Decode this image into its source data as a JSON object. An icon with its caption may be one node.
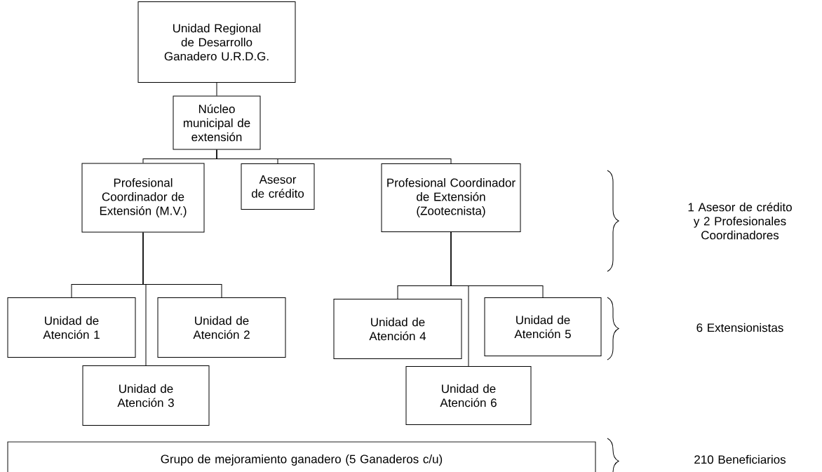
{
  "diagram": {
    "nodes": [
      {
        "text": [
          "Unidad Regional de Desarrollo Ganadero U.R.D.G."
        ]
      },
      {
        "text": [
          "Núcleo municipal de extensión"
        ]
      },
      {
        "text": [
          "Profesional Coordinador de Extensión (M.V.)"
        ]
      },
      {
        "text": [
          "Asesor de crédito"
        ]
      },
      {
        "text": [
          "Profesional Coordinador de Extensión (Zootecnista)"
        ]
      },
      {
        "text": [
          "Unidad de Atención 1"
        ]
      },
      {
        "text": [
          "Unidad de Atención 2"
        ]
      },
      {
        "text": [
          "Unidad de Atención 3"
        ]
      },
      {
        "text": [
          "Unidad de Atención 4"
        ]
      },
      {
        "text": [
          "Unidad de Atención 5"
        ]
      },
      {
        "text": [
          "Unidad de Atención 6"
        ]
      },
      {
        "text": [
          "Grupo de mejoramiento ganadero (5 Ganaderos c/u)"
        ]
      }
    ],
    "edges": [
      {
        "from": 0,
        "to": 1,
        "arrow": "none"
      },
      {
        "from": 1,
        "to": 2,
        "arrow": "none"
      },
      {
        "from": 1,
        "to": 3,
        "arrow": "none"
      },
      {
        "from": 1,
        "to": 4,
        "arrow": "none"
      },
      {
        "from": 2,
        "to": 5,
        "arrow": "none"
      },
      {
        "from": 2,
        "to": 6,
        "arrow": "none"
      },
      {
        "from": 2,
        "to": 7,
        "arrow": "none"
      },
      {
        "from": 4,
        "to": 8,
        "arrow": "none"
      },
      {
        "from": 4,
        "to": 9,
        "arrow": "none"
      },
      {
        "from": 4,
        "to": 10,
        "arrow": "none"
      }
    ],
    "labels": [
      "1 Asesor de crédito y 2 Profesionales Coordinadores",
      "6 Extensionistas",
      "210 Beneficiarios"
    ]
  }
}
